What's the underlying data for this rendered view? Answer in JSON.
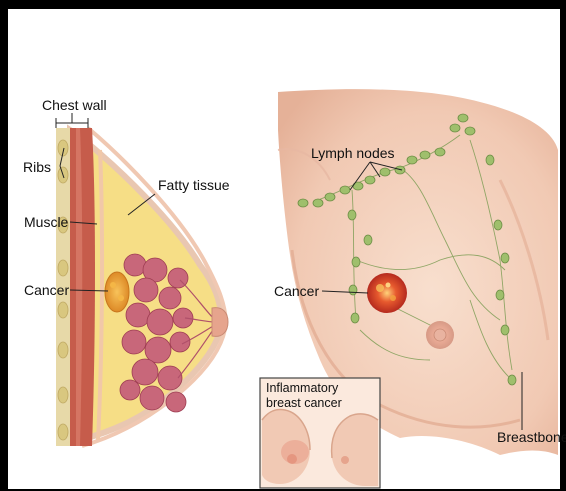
{
  "figure": {
    "labels": {
      "chest_wall": "Chest wall",
      "ribs": "Ribs",
      "muscle": "Muscle",
      "fatty_tissue": "Fatty tissue",
      "cancer_left": "Cancer",
      "lymph_nodes": "Lymph nodes",
      "cancer_right": "Cancer",
      "breastbone": "Breastbone"
    },
    "inset": {
      "title_line1": "Inflammatory",
      "title_line2": "breast cancer"
    },
    "colors": {
      "skin": "#f6d9c7",
      "fat": "#f7e08a",
      "lobules": "#c9667a",
      "muscle": "#c45a4a",
      "lymph_node": "#9bbd6a",
      "tumor": "#d8432c"
    }
  }
}
